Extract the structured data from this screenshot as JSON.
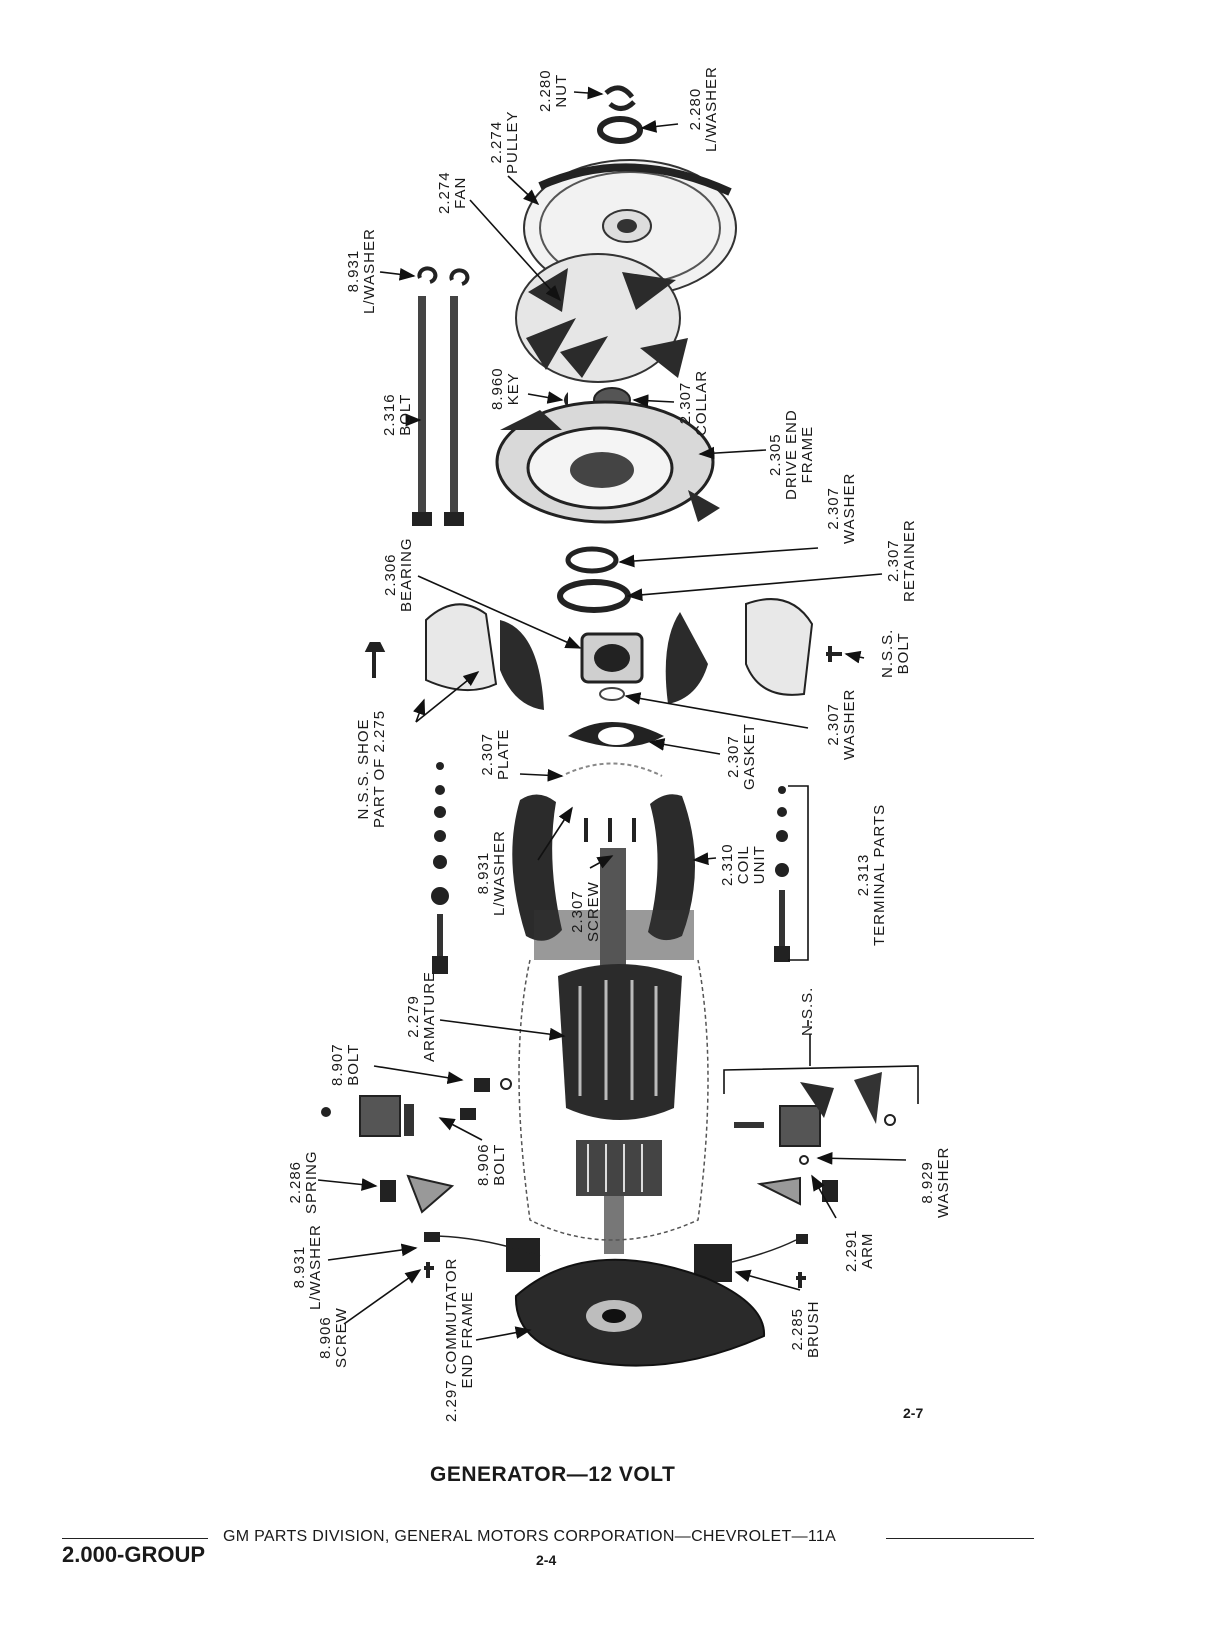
{
  "labels": {
    "nut_2280": {
      "num": "2.280",
      "name": "NUT"
    },
    "lwasher_2280": {
      "num": "2.280",
      "name": "L/WASHER"
    },
    "pulley": {
      "num": "2.274",
      "name": "PULLEY"
    },
    "fan": {
      "num": "2.274",
      "name": "FAN"
    },
    "lwasher_8931_top": {
      "num": "8.931",
      "name": "L/WASHER"
    },
    "bolt_2316": {
      "num": "2.316",
      "name": "BOLT"
    },
    "key": {
      "num": "8.960",
      "name": "KEY"
    },
    "collar": {
      "num": "2.307",
      "name": "COLLAR"
    },
    "drive_end_frame": {
      "num": "2.305",
      "name": "DRIVE END",
      "name2": "FRAME"
    },
    "washer_2307_top": {
      "num": "2.307",
      "name": "WASHER"
    },
    "bearing": {
      "num": "2.306",
      "name": "BEARING"
    },
    "retainer": {
      "num": "2.307",
      "name": "RETAINER"
    },
    "nss_bolt": {
      "num": "N.S.S.",
      "name": "BOLT"
    },
    "shoe": {
      "num": "N.S.S. SHOE",
      "name": "PART OF 2.275"
    },
    "plate": {
      "num": "2.307",
      "name": "PLATE"
    },
    "washer_2307_mid": {
      "num": "2.307",
      "name": "WASHER"
    },
    "gasket": {
      "num": "2.307",
      "name": "GASKET"
    },
    "lwasher_8931_mid": {
      "num": "8.931",
      "name": "L/WASHER"
    },
    "coil_unit": {
      "num": "2.310",
      "name": "COIL",
      "name2": "UNIT"
    },
    "screw_2307": {
      "num": "2.307",
      "name": "SCREW"
    },
    "terminal_parts": {
      "num": "2.313",
      "name": "TERMINAL PARTS"
    },
    "armature": {
      "num": "2.279",
      "name": "ARMATURE"
    },
    "bolt_8907": {
      "num": "8.907",
      "name": "BOLT"
    },
    "nss": {
      "num": "N.S.S."
    },
    "bolt_8906": {
      "num": "8.906",
      "name": "BOLT"
    },
    "spring": {
      "num": "2.286",
      "name": "SPRING"
    },
    "washer_8929": {
      "num": "8.929",
      "name": "WASHER"
    },
    "arm": {
      "num": "2.291",
      "name": "ARM"
    },
    "lwasher_8931_bot": {
      "num": "8.931",
      "name": "L/WASHER"
    },
    "screw_8906": {
      "num": "8.906",
      "name": "SCREW"
    },
    "commutator_end_frame": {
      "num": "2.297 COMMUTATOR",
      "name": "END FRAME"
    },
    "brush": {
      "num": "2.285",
      "name": "BRUSH"
    }
  },
  "figure_number": "2-7",
  "caption": "GENERATOR—12 VOLT",
  "footer": {
    "publisher": "GM PARTS DIVISION, GENERAL MOTORS CORPORATION—CHEVROLET—11A",
    "group": "2.000-GROUP",
    "page": "2-4"
  },
  "colors": {
    "ink": "#1a1a1a",
    "paper": "#ffffff"
  }
}
